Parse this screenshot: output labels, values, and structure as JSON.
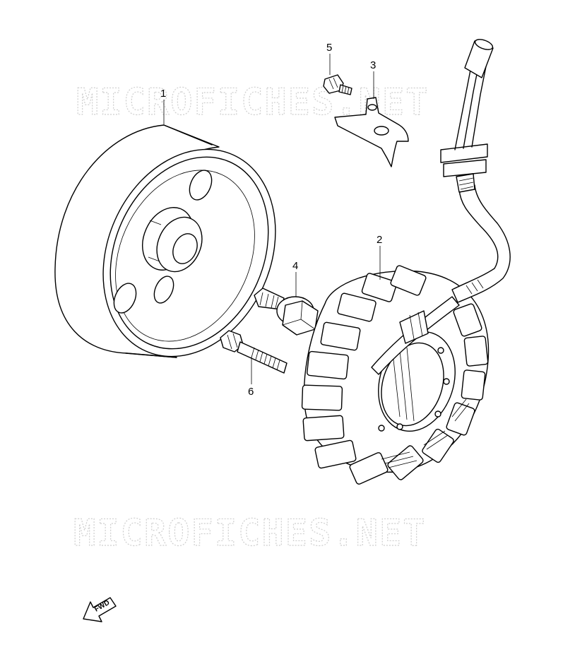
{
  "watermarks": [
    "MICROFICHES.NET",
    "MICROFICHES.NET"
  ],
  "callouts": [
    {
      "id": "flywheel",
      "number": "1"
    },
    {
      "id": "stator",
      "number": "2"
    },
    {
      "id": "bracket",
      "number": "3"
    },
    {
      "id": "flange-bolt",
      "number": "4"
    },
    {
      "id": "short-bolt",
      "number": "5"
    },
    {
      "id": "long-bolt",
      "number": "6"
    }
  ],
  "direction_arrow": {
    "label": "FWD",
    "icon": "fwd-arrow-icon"
  },
  "colors": {
    "line": "#000000",
    "watermark": "#cfcfcf",
    "background": "#ffffff"
  }
}
